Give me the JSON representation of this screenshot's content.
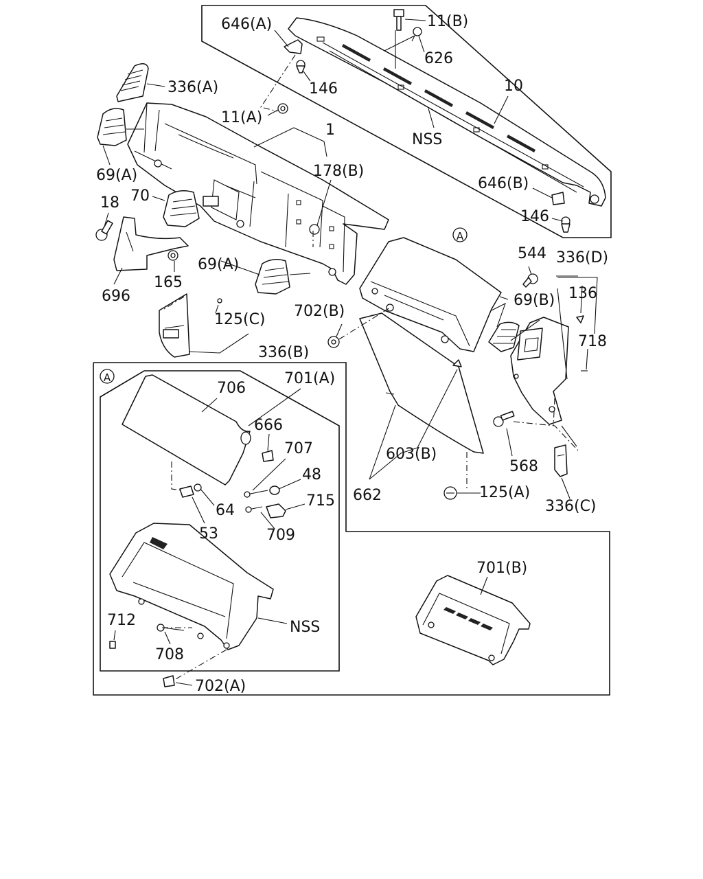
{
  "labels": {
    "l_646A": "646(A)",
    "l_11B": "11(B)",
    "l_626": "626",
    "l_146top": "146",
    "l_336A": "336(A)",
    "l_10": "10",
    "l_11A": "11(A)",
    "l_NSS1": "NSS",
    "l_1": "1",
    "l_69A1": "69(A)",
    "l_178B": "178(B)",
    "l_646B": "646(B)",
    "l_18": "18",
    "l_70": "70",
    "l_146right": "146",
    "l_circleA1": "A",
    "l_544": "544",
    "l_336D": "336(D)",
    "l_69A2": "69(A)",
    "l_165": "165",
    "l_136": "136",
    "l_696": "696",
    "l_69B": "69(B)",
    "l_702B": "702(B)",
    "l_125C": "125(C)",
    "l_718": "718",
    "l_336B": "336(B)",
    "l_circleA2": "A",
    "l_701A": "701(A)",
    "l_706": "706",
    "l_666": "666",
    "l_707": "707",
    "l_48": "48",
    "l_603B": "603(B)",
    "l_568": "568",
    "l_715": "715",
    "l_64": "64",
    "l_662": "662",
    "l_125A": "125(A)",
    "l_709": "709",
    "l_53": "53",
    "l_336C": "336(C)",
    "l_701B": "701(B)",
    "l_712": "712",
    "l_NSS2": "NSS",
    "l_708": "708",
    "l_702A": "702(A)"
  }
}
